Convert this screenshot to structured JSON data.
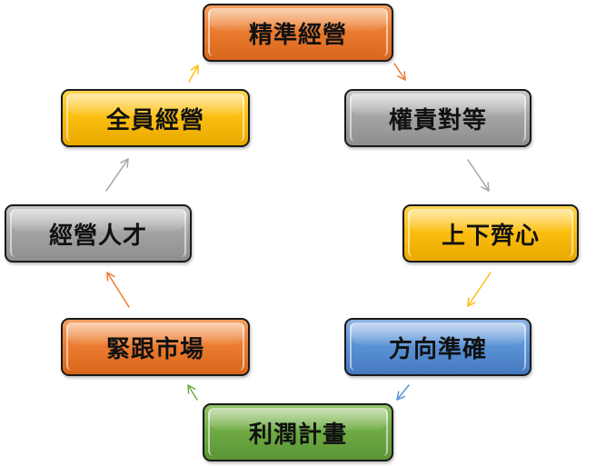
{
  "stages": [
    {
      "label": "精準經營",
      "color": "#ec7c31"
    },
    {
      "label": "權責對等",
      "color": "#a5a5a5"
    },
    {
      "label": "上下齊心",
      "color": "#fdbf10"
    },
    {
      "label": "方向準確",
      "color": "#5c94d6"
    },
    {
      "label": "利潤計畫",
      "color": "#70ac45"
    },
    {
      "label": "緊跟市場",
      "color": "#ec7c31"
    },
    {
      "label": "經營人才",
      "color": "#a5a5a5"
    },
    {
      "label": "全員經營",
      "color": "#fdbf10"
    }
  ],
  "arrows": [
    {
      "from": "精準經營",
      "to": "權責對等",
      "color": "#ec7c31"
    },
    {
      "from": "權責對等",
      "to": "上下齊心",
      "color": "#a5a5a5"
    },
    {
      "from": "上下齊心",
      "to": "方向準確",
      "color": "#fdbf10"
    },
    {
      "from": "方向準確",
      "to": "利潤計畫",
      "color": "#5c94d6"
    },
    {
      "from": "利潤計畫",
      "to": "緊跟市場",
      "color": "#70ac45"
    },
    {
      "from": "緊跟市場",
      "to": "經營人才",
      "color": "#ec7c31"
    },
    {
      "from": "經營人才",
      "to": "全員經營",
      "color": "#a5a5a5"
    },
    {
      "from": "全員經營",
      "to": "精準經營",
      "color": "#fdbf10"
    }
  ]
}
